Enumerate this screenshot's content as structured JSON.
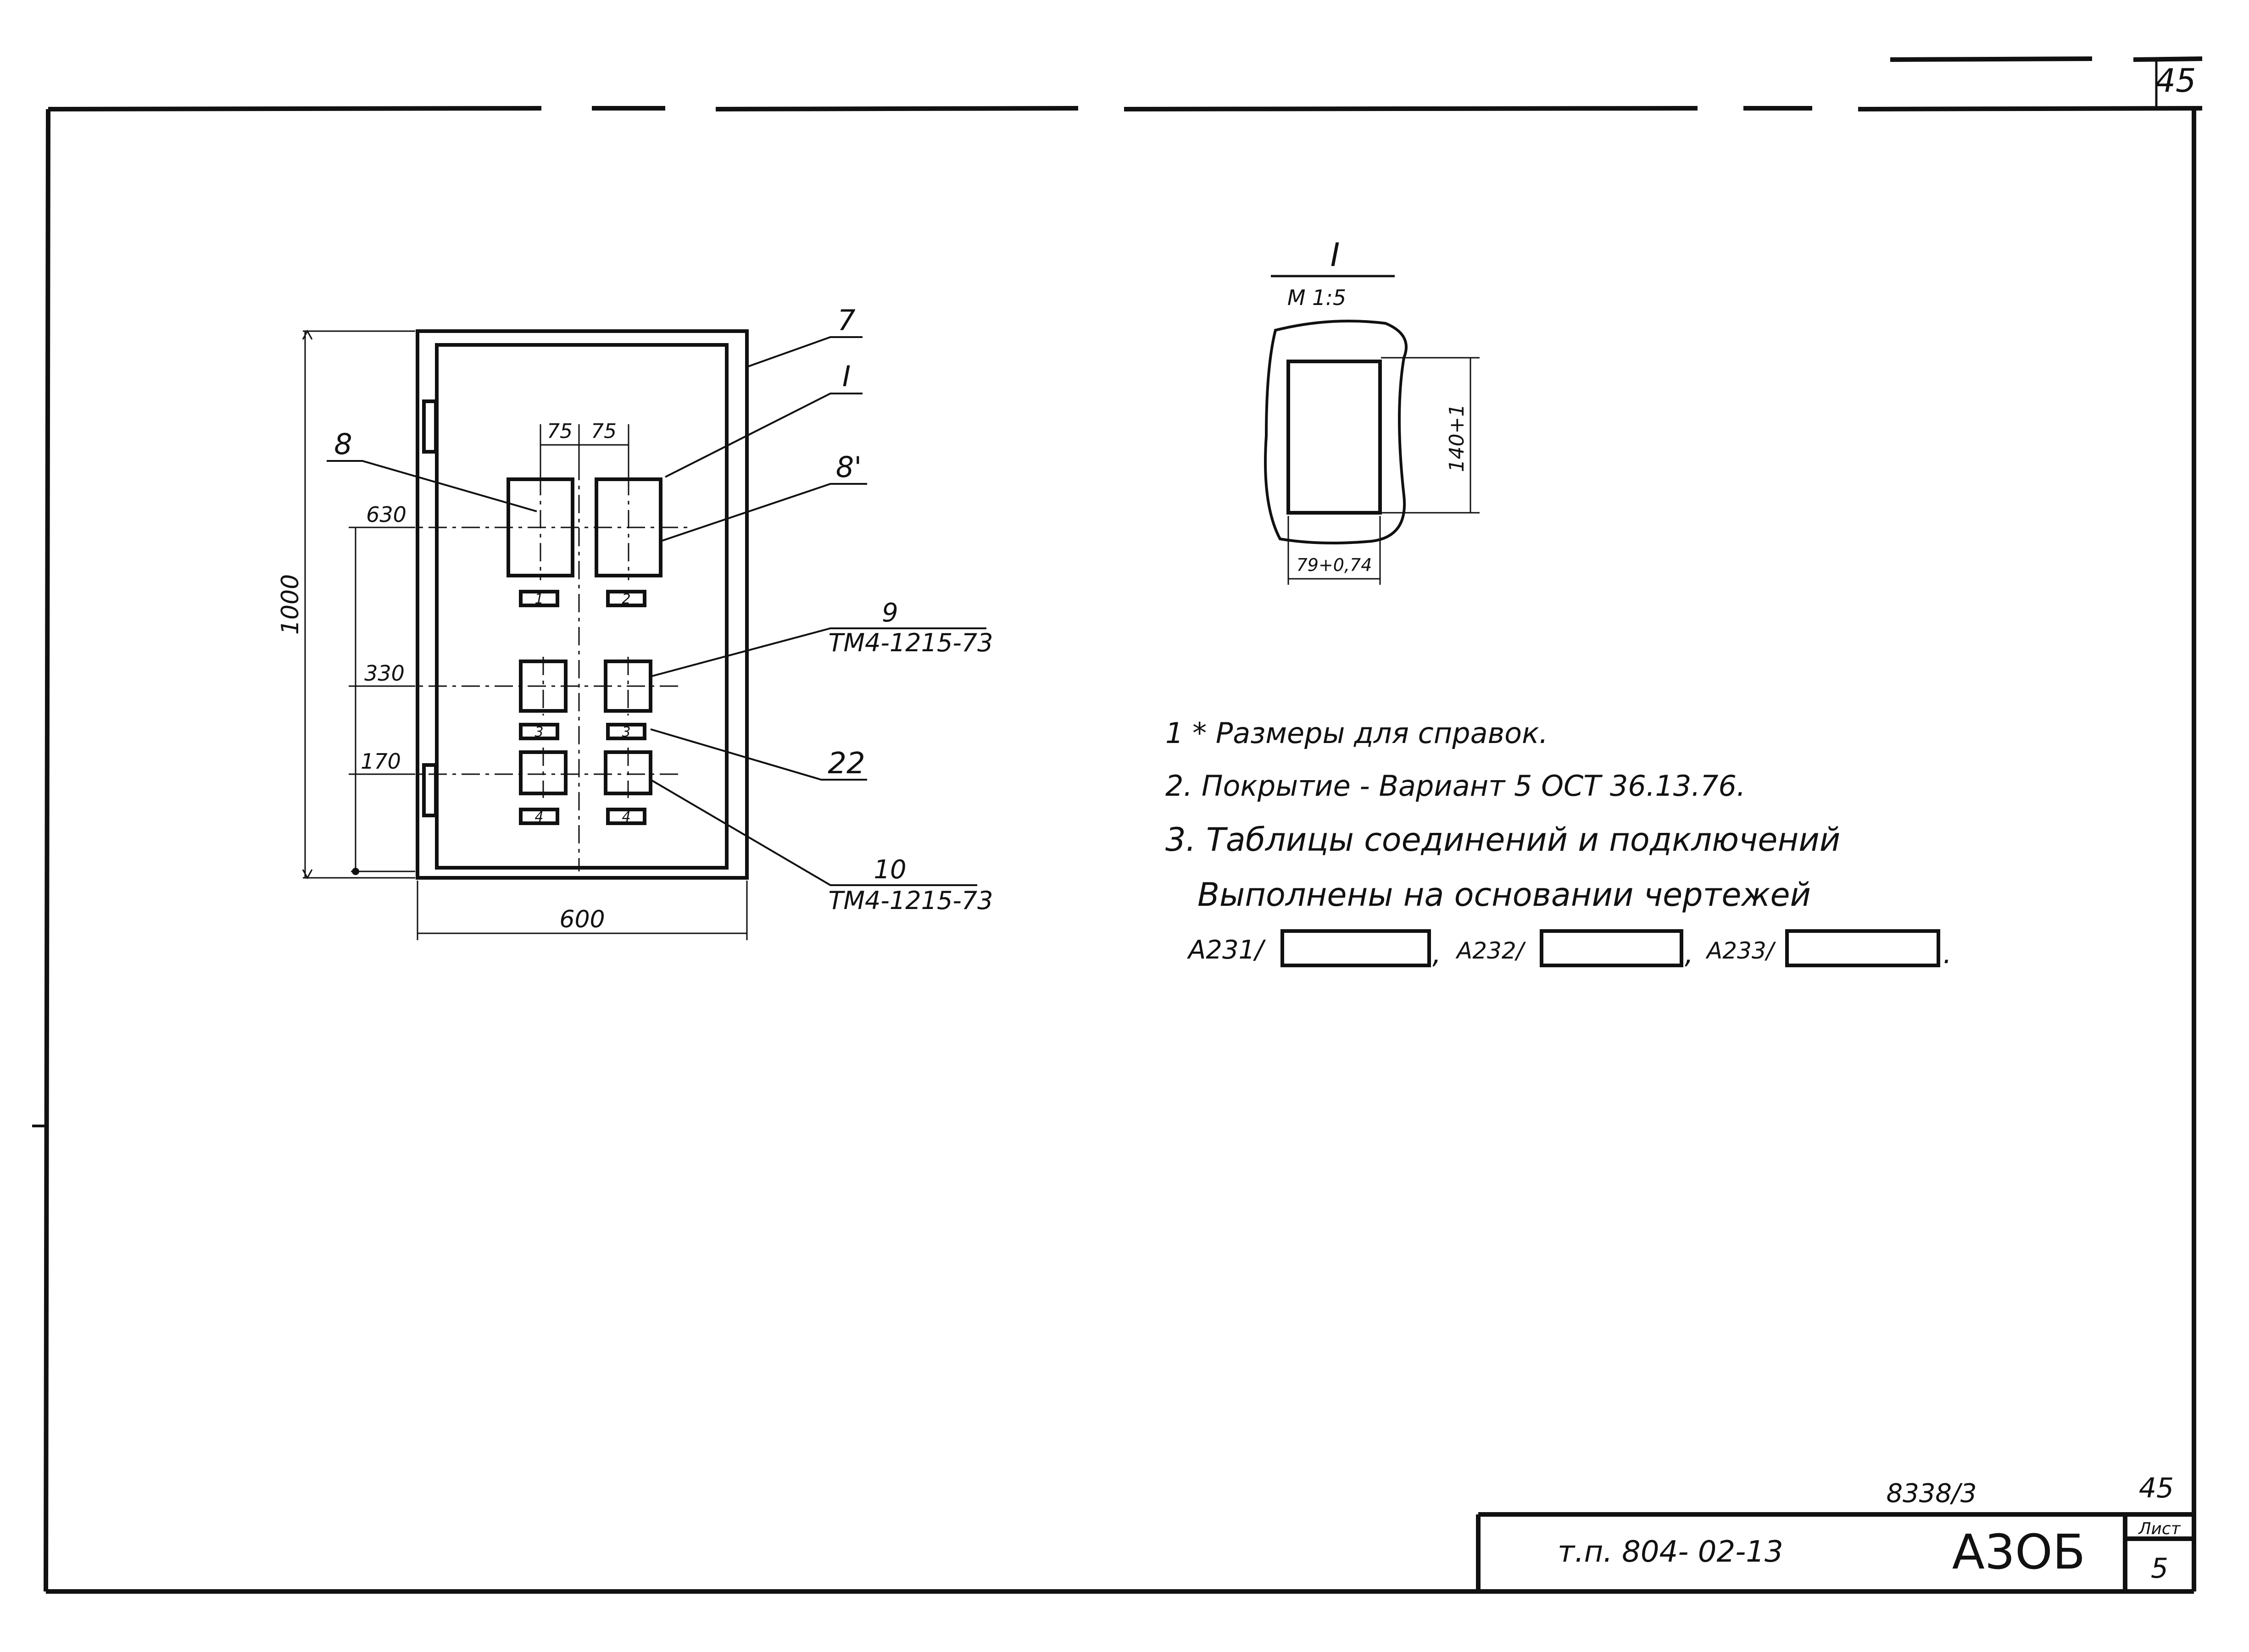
{
  "sheet": {
    "corner_number": "45",
    "sheet_label": "45",
    "stamp_code": "8338/3",
    "title_block": {
      "project": "т.п. 804- 02-13",
      "drawing_code": "А3ОБ",
      "sheet_word": "Лист",
      "sheet_number": "5"
    }
  },
  "cabinet": {
    "callouts": {
      "c7": "7",
      "cI": "I",
      "c8": "8",
      "c8p": "8'",
      "c9": "9",
      "c9_ref": "ТМ4-1215-73",
      "c22": "22",
      "c10": "10",
      "c10_ref": "ТМ4-1215-73"
    },
    "dimensions": {
      "height": "1000",
      "width": "600",
      "d630": "630",
      "d330": "330",
      "d170": "170",
      "d75a": "75",
      "d75b": "75"
    },
    "labels": [
      "1",
      "2",
      "3",
      "3",
      "4",
      "4"
    ]
  },
  "detail": {
    "title": "I",
    "scale": "М 1:5",
    "height_dim": "140+1",
    "width_dim": "79+0,74"
  },
  "notes": [
    "1 * Размеры для справок.",
    "2. Покрытие - Вариант 5 ОСТ 36.13.76.",
    "3. Таблицы соединений и подключений",
    "Выполнены на основании чертежей"
  ],
  "references": {
    "r1": "А231/",
    "r2": "А232/",
    "r3": "А233/"
  }
}
